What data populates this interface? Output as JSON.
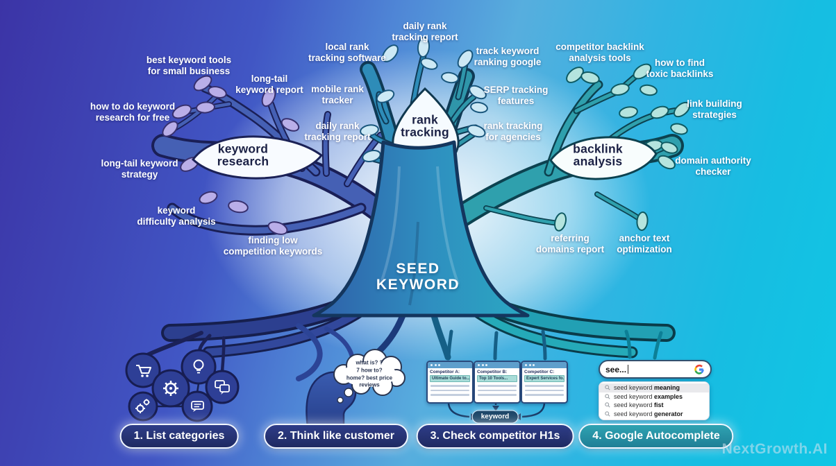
{
  "title": "SEED\nKEYWORD",
  "branches": {
    "keyword_research": {
      "label": "keyword\nresearch",
      "keywords": {
        "k1": "best keyword tools\nfor small business",
        "k2": "long-tail\nkeyword report",
        "k3": "how to do keyword\nresearch for free",
        "k4": "long-tail keyword\nstrategy",
        "k5": "keyword\ndifficulty analysis",
        "k6": "finding low\ncompetition keywords"
      }
    },
    "rank_tracking": {
      "label": "rank\ntracking",
      "keywords": {
        "k1": "daily rank\ntracking report",
        "k2": "local rank\ntracking software",
        "k3": "track keyword\nranking google",
        "k4": "mobile rank\ntracker",
        "k5": "SERP tracking\nfeatures",
        "k6": "daily rank\ntracking report",
        "k7": "rank tracking\nfor agencies"
      }
    },
    "backlink_analysis": {
      "label": "backlink\nanalysis",
      "keywords": {
        "k1": "competitor backlink\nanalysis tools",
        "k2": "how to find\ntoxic backlinks",
        "k3": "link building\nstrategies",
        "k4": "domain authority\nchecker",
        "k5": "referring\ndomains report",
        "k6": "anchor text\noptimization"
      }
    }
  },
  "steps": {
    "s1": "1. List categories",
    "s2": "2. Think like customer",
    "s3": "3. Check competitor H1s",
    "s4": "4. Google Autocomplete"
  },
  "think_bubble": "what is?   ?\n7   how to?\nhome?   best price\nreviews",
  "competitors": {
    "a": {
      "title": "Competitor A:",
      "h1": "Ultimate Guide to..."
    },
    "b": {
      "title": "Competitor B:",
      "h1": "Top 10 Tools..."
    },
    "c": {
      "title": "Competitor C:",
      "h1": "Expert Services fo..."
    }
  },
  "keyword_pill": "keyword",
  "search": {
    "query": "see...",
    "suggestions": {
      "r1": {
        "prefix": "seed keyword ",
        "bold": "meaning"
      },
      "r2": {
        "prefix": "seed keyword ",
        "bold": "examples"
      },
      "r3": {
        "prefix": "seed keyword ",
        "bold": "fist"
      },
      "r4": {
        "prefix": "seed keyword ",
        "bold": "generator"
      }
    }
  },
  "watermark": "NextGrowth.AI",
  "colors": {
    "bg_left": "#3c34a6",
    "bg_right": "#10c6e4",
    "branch_left": "#4560b4",
    "branch_center": "#2e8cb8",
    "branch_right": "#2fa0ad",
    "leaf_left": "#b9aee8",
    "leaf_center": "#cde9f5",
    "leaf_right": "#b4e4de",
    "pill_navy": "#25306e",
    "pill_teal": "#2fa3b2"
  }
}
